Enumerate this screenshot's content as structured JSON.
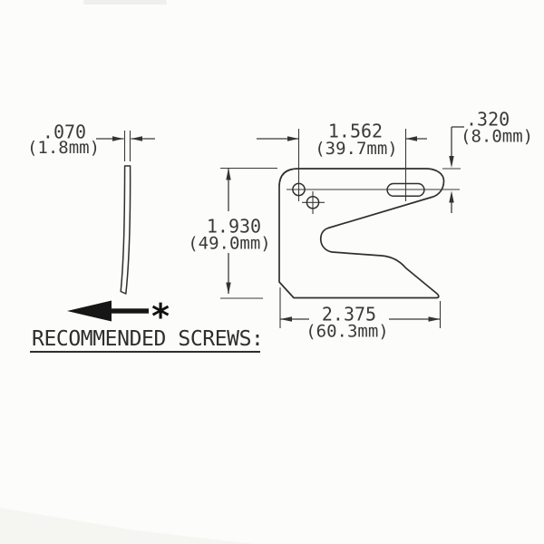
{
  "drawing": {
    "heading": "RECOMMENDED SCREWS:",
    "footnote_marker": "*",
    "dims": {
      "thickness_in": ".070",
      "thickness_mm": "(1.8mm)",
      "hole_to_slot_in": "1.562",
      "hole_to_slot_mm": "(39.7mm)",
      "slot_offset_in": ".320",
      "slot_offset_mm": "(8.0mm)",
      "height_in": "1.930",
      "height_mm": "(49.0mm)",
      "width_in": "2.375",
      "width_mm": "(60.3mm)"
    },
    "colors": {
      "ink": "#2f2f2f",
      "dimension": "#3a3a3a",
      "note_arrow": "#161616",
      "background": "#fcfcfa"
    }
  }
}
